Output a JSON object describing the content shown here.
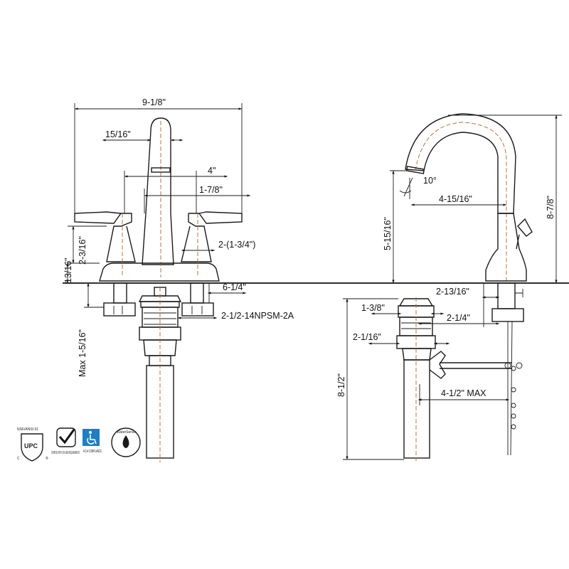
{
  "dimensions": {
    "front_overall_width": "9-1/8\"",
    "spout_width": "15/16\"",
    "center_spacing": "4\"",
    "spout_offset": "1-7/8\"",
    "handle_height": "2-3/16\"",
    "base_height": "13/16\"",
    "hole_diameter": "2-(1-3/4\")",
    "tailpiece_length": "6-1/4\"",
    "thread_spec": "2-1/2-14NPSM-2A",
    "max_countertop": "Max 1-5/16\"",
    "side_overall_height": "8-7/8\"",
    "spout_angle": "10°",
    "spout_reach": "4-15/16\"",
    "spout_height": "5-15/16\"",
    "base_depth": "2-13/16\"",
    "drain_flange": "1-3/8\"",
    "lift_rod_offset": "2-1/4\"",
    "drain_body": "2-1/16\"",
    "drain_length": "8-1/2\"",
    "pivot_reach": "4-1/2\" MAX"
  },
  "certifications": {
    "upc_standard": "NSF/ANSI 61",
    "upc_mark": "UPC",
    "c_mark": "C",
    "r_mark": "®",
    "compliance_caption": "COMPLIES WITH LOW LEAD REQUIREMENTS",
    "ada_caption": "A.D.A COMPLIANCE",
    "watersense_label": "WaterSense"
  },
  "icons": {
    "upc": "upc-shield-icon",
    "check": "lead-compliance-check-icon",
    "ada": "wheelchair-icon",
    "watersense": "watersense-drop-icon"
  }
}
